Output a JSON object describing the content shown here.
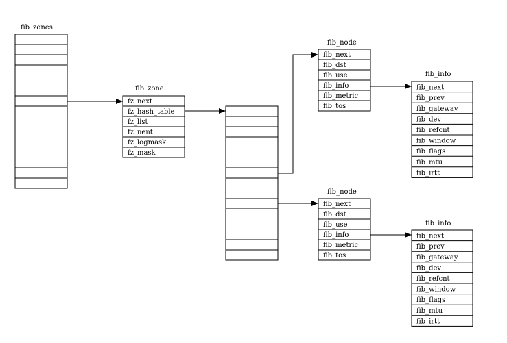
{
  "fib_zones": {
    "title": "fib_zones"
  },
  "fib_zone": {
    "title": "fib_zone",
    "fields": [
      "fz_next",
      "fz_hash_table",
      "fz_list",
      "fz_nent",
      "fz_logmask",
      "fz_mask"
    ]
  },
  "fib_nodes": [
    {
      "title": "fib_node",
      "fields": [
        "fib_next",
        "fib_dst",
        "fib_use",
        "fib_info",
        "fib_metric",
        "fib_tos"
      ]
    },
    {
      "title": "fib_node",
      "fields": [
        "fib_next",
        "fib_dst",
        "fib_use",
        "fib_info",
        "fib_metric",
        "fib_tos"
      ]
    }
  ],
  "fib_infos": [
    {
      "title": "fib_info",
      "fields": [
        "fib_next",
        "fib_prev",
        "fib_gateway",
        "fib_dev",
        "fib_refcnt",
        "fib_window",
        "fib_flags",
        "fib_mtu",
        "fib_irtt"
      ]
    },
    {
      "title": "fib_info",
      "fields": [
        "fib_next",
        "fib_prev",
        "fib_gateway",
        "fib_dev",
        "fib_refcnt",
        "fib_window",
        "fib_flags",
        "fib_mtu",
        "fib_irtt"
      ]
    }
  ]
}
